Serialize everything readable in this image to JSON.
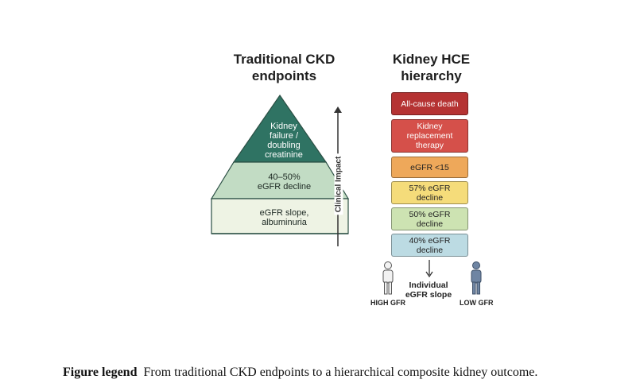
{
  "left_panel": {
    "title_line1": "Traditional CKD",
    "title_line2": "endpoints",
    "tiers": [
      {
        "lines": [
          "Kidney",
          "failure /",
          "doubling",
          "creatinine"
        ],
        "color": "#2f7363"
      },
      {
        "lines": [
          "40–50%",
          "eGFR decline"
        ],
        "color": "#c2dcc4"
      },
      {
        "lines": [
          "eGFR slope,",
          "albuminuria"
        ],
        "color": "#eef3e4"
      }
    ],
    "axis_label": "Clinical Impact"
  },
  "right_panel": {
    "title_line1": "Kidney HCE",
    "title_line2": "hierarchy",
    "boxes": [
      {
        "lines": [
          "All-cause death"
        ],
        "fill": "#b53333",
        "text_color": "#ffffff"
      },
      {
        "lines": [
          "Kidney",
          "replacement",
          "therapy"
        ],
        "fill": "#d5504a",
        "text_color": "#ffffff"
      },
      {
        "lines": [
          "eGFR <15"
        ],
        "fill": "#eea85a",
        "text_color": "#222222"
      },
      {
        "lines": [
          "57% eGFR",
          "decline"
        ],
        "fill": "#f5dc7a",
        "text_color": "#222222"
      },
      {
        "lines": [
          "50% eGFR",
          "decline"
        ],
        "fill": "#cde3b2",
        "text_color": "#222222"
      },
      {
        "lines": [
          "40% eGFR",
          "decline"
        ],
        "fill": "#bcdbe3",
        "text_color": "#222222"
      }
    ],
    "slope_line1": "Individual",
    "slope_line2": "eGFR slope",
    "high_label": "HIGH GFR",
    "low_label": "LOW GFR"
  },
  "caption": {
    "label": "Figure legend",
    "text": "From traditional CKD endpoints to a hierarchical composite kidney outcome."
  }
}
